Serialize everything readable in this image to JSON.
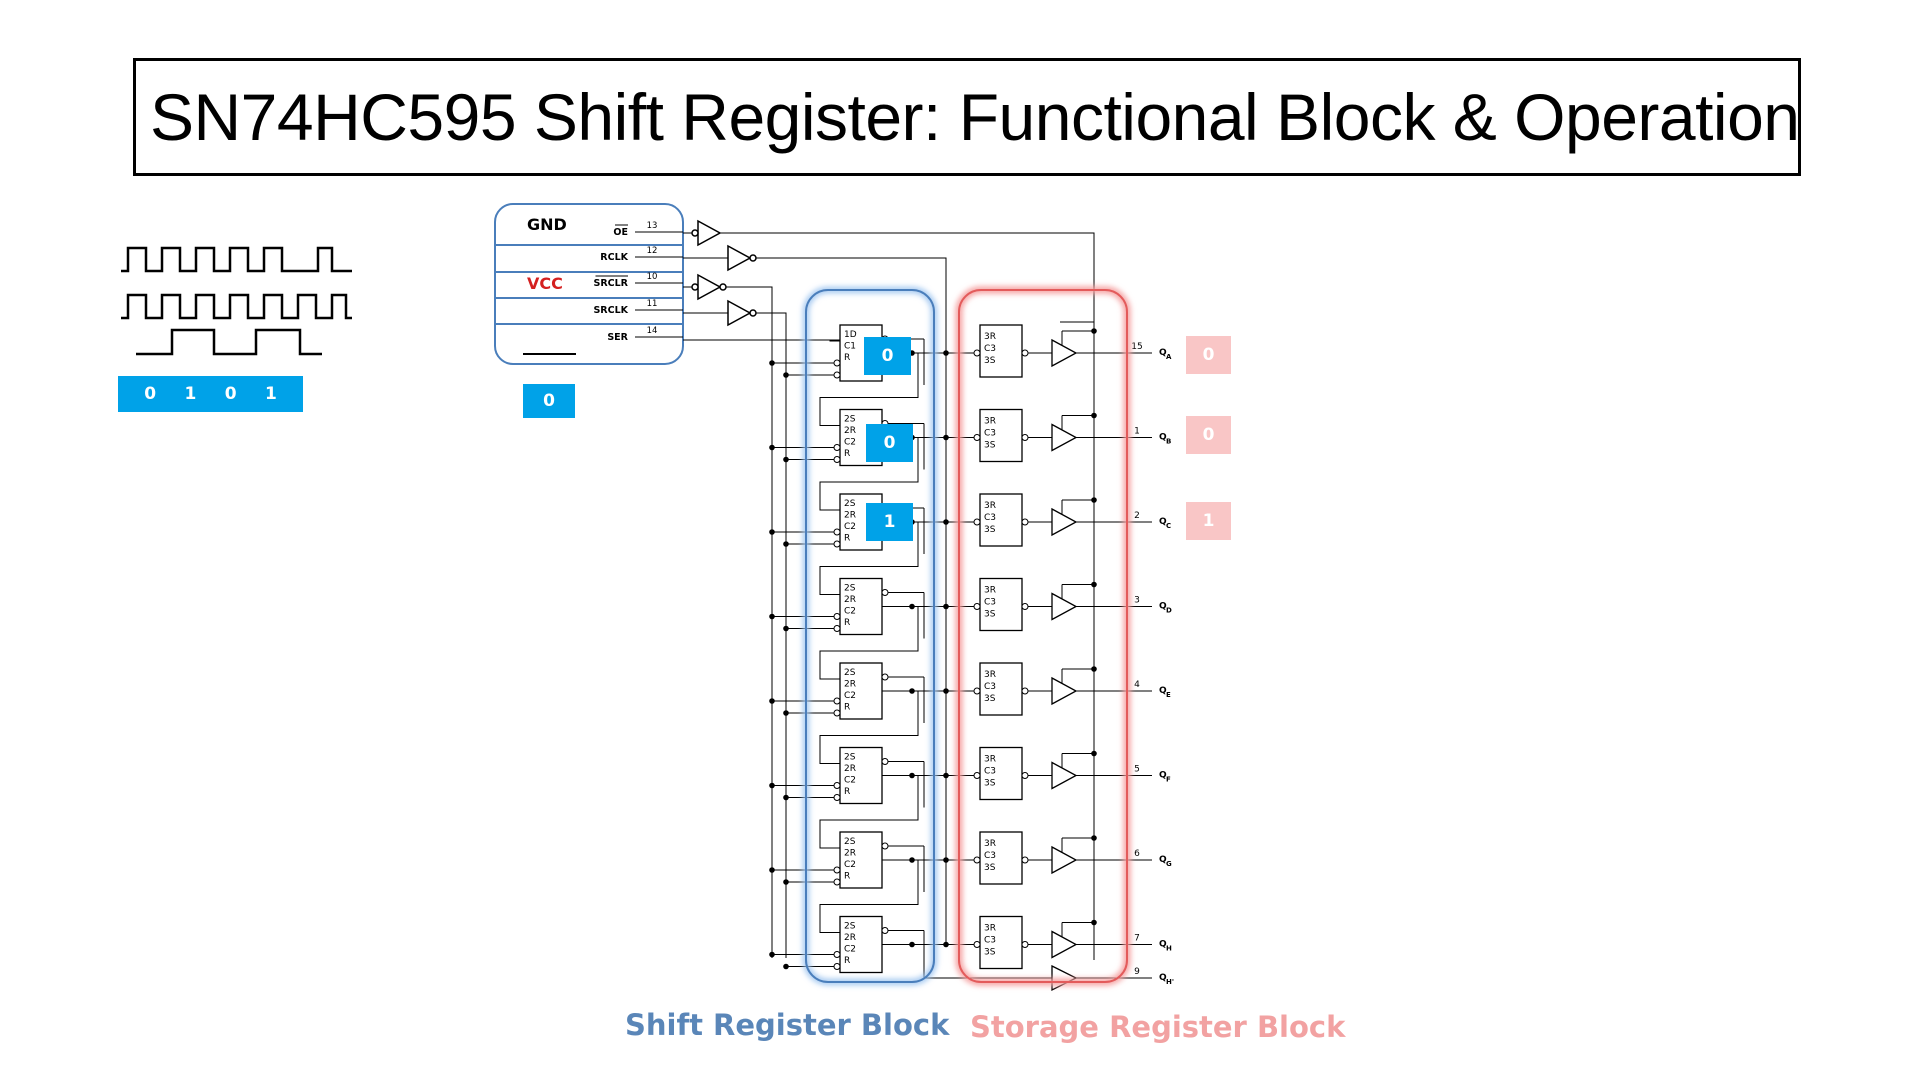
{
  "title": "SN74HC595 Shift Register: Functional Block & Operation",
  "pin_header": {
    "gnd": "GND",
    "vcc": "VCC",
    "pins": [
      {
        "name": "OE",
        "num": "13"
      },
      {
        "name": "RCLK",
        "num": "12"
      },
      {
        "name": "SRCLR",
        "num": "10"
      },
      {
        "name": "SRCLK",
        "num": "11"
      },
      {
        "name": "SER",
        "num": "14"
      }
    ]
  },
  "waveform_bits": [
    "0",
    "1",
    "0",
    "1"
  ],
  "ser_value": "0",
  "shift_cells": [
    "0",
    "0",
    "1"
  ],
  "output_values": [
    "0",
    "0",
    "1"
  ],
  "shift_labels": {
    "first": [
      "1D",
      "C1",
      "R"
    ],
    "rest": [
      "2S",
      "2R",
      "C2",
      "R"
    ]
  },
  "storage_labels": [
    "3R",
    "C3",
    "3S"
  ],
  "outputs": [
    {
      "pin": "15",
      "name": "Q",
      "sub": "A"
    },
    {
      "pin": "1",
      "name": "Q",
      "sub": "B"
    },
    {
      "pin": "2",
      "name": "Q",
      "sub": "C"
    },
    {
      "pin": "3",
      "name": "Q",
      "sub": "D"
    },
    {
      "pin": "4",
      "name": "Q",
      "sub": "E"
    },
    {
      "pin": "5",
      "name": "Q",
      "sub": "F"
    },
    {
      "pin": "6",
      "name": "Q",
      "sub": "G"
    },
    {
      "pin": "7",
      "name": "Q",
      "sub": "H"
    },
    {
      "pin": "9",
      "name": "Q",
      "sub": "H'"
    }
  ],
  "block_labels": {
    "shift": "Shift Register Block",
    "storage": "Storage Register Block"
  },
  "colors": {
    "shift_block": "#4a7ebb",
    "storage_block": "#e35b5b",
    "shift_label": "#5a86b8",
    "storage_label": "#f2a2a2",
    "highlight": "#00a2e8",
    "output_highlight": "#f9c6c6",
    "vcc": "#d42020"
  }
}
